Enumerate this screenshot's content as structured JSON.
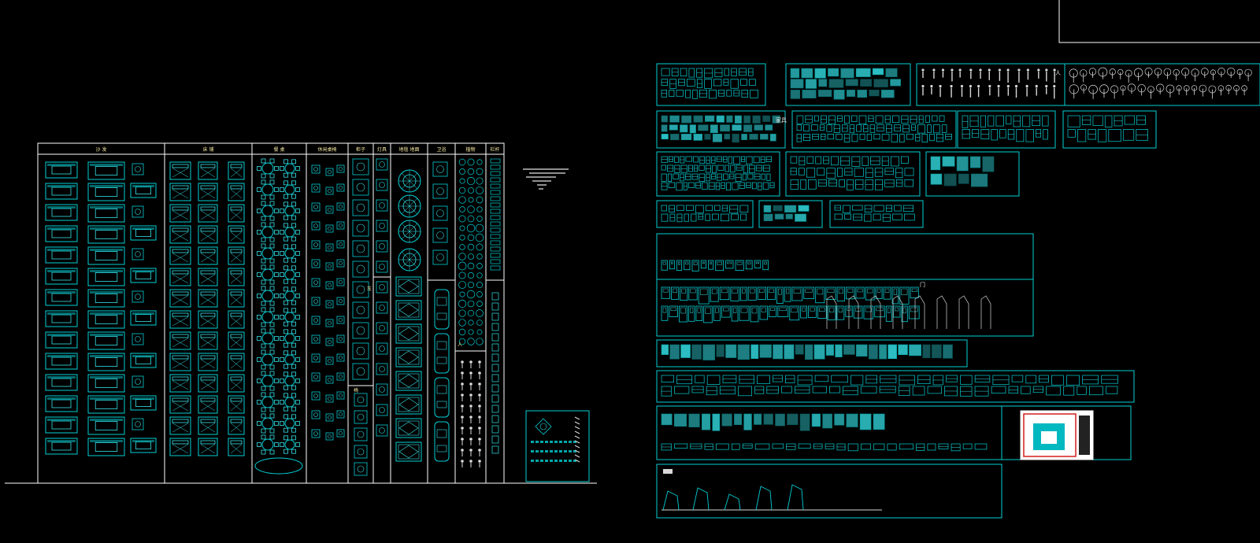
{
  "viewport": {
    "background": "#000000",
    "line_color": "#00cfd5",
    "detail_color": "#36e2e8",
    "frame_color": "#ffffff",
    "muted_color": "#8f8f8f",
    "label_color": "#f2e6a0"
  },
  "left_sheet": {
    "header_labels": [
      "沙 发",
      "床 铺",
      "餐 桌",
      "休闲桌椅",
      "柜子",
      "灯具",
      "地毯 地面",
      "卫浴",
      "植物",
      "栏杆"
    ],
    "lower_labels": [
      "椅",
      "车",
      "人"
    ]
  },
  "right_sheet": {
    "side_labels": [
      "人",
      "家具",
      "门"
    ]
  }
}
